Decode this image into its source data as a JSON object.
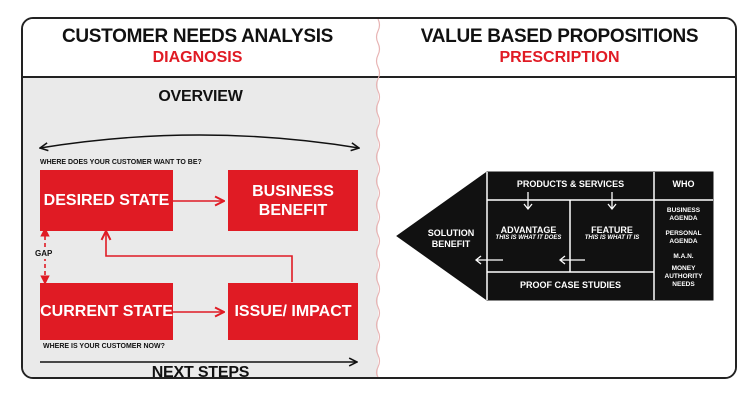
{
  "left_panel": {
    "title": "CUSTOMER NEEDS ANALYSIS",
    "subtitle": "DIAGNOSIS",
    "overview_label": "OVERVIEW",
    "desired_question": "WHERE DOES YOUR CUSTOMER WANT TO BE?",
    "desired_state": "DESIRED STATE",
    "business_benefit": "BUSINESS BENEFIT",
    "gap_label": "GAP",
    "current_state": "CURRENT STATE",
    "issue_impact": "ISSUE/ IMPACT",
    "current_question": "WHERE IS YOUR CUSTOMER NOW?",
    "next_steps_label": "NEXT STEPS"
  },
  "right_panel": {
    "title": "VALUE BASED PROPOSITIONS",
    "subtitle": "PRESCRIPTION",
    "products_services": "PRODUCTS & SERVICES",
    "who": "WHO",
    "solution_benefit_1": "SOLUTION",
    "solution_benefit_2": "BENEFIT",
    "advantage": "ADVANTAGE",
    "advantage_sub": "THIS IS WHAT IT DOES",
    "feature": "FEATURE",
    "feature_sub": "THIS IS WHAT IT IS",
    "proof_case_studies": "PROOF CASE STUDIES",
    "who_items": [
      "BUSINESS",
      "AGENDA",
      "PERSONAL",
      "AGENDA",
      "M.A.N.",
      "MONEY",
      "AUTHORITY",
      "NEEDS"
    ]
  },
  "colors": {
    "accent_red": "#e01b24",
    "dark": "#111111",
    "left_bg": "#eaeaea"
  }
}
